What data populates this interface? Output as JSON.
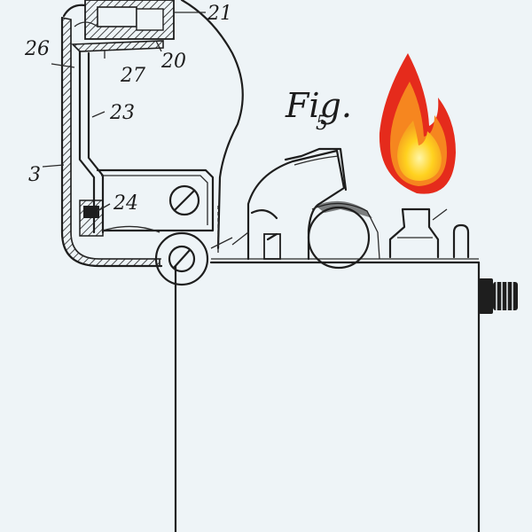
{
  "figure": {
    "title": "Fig.",
    "number": "5",
    "colors": {
      "paper": "#eef4f7",
      "ink": "#1e1e1e",
      "flame_outer": "#e52b1c",
      "flame_mid": "#f6861f",
      "flame_inner": "#ffd21f"
    },
    "icons": [
      "flame-icon",
      "screw-icon",
      "thumbwheel-icon"
    ]
  },
  "labels": [
    {
      "id": "21",
      "text": "21"
    },
    {
      "id": "20",
      "text": "20"
    },
    {
      "id": "26",
      "text": "26"
    },
    {
      "id": "27",
      "text": "27"
    },
    {
      "id": "23",
      "text": "23"
    },
    {
      "id": "3",
      "text": "3"
    },
    {
      "id": "24",
      "text": "24"
    }
  ]
}
